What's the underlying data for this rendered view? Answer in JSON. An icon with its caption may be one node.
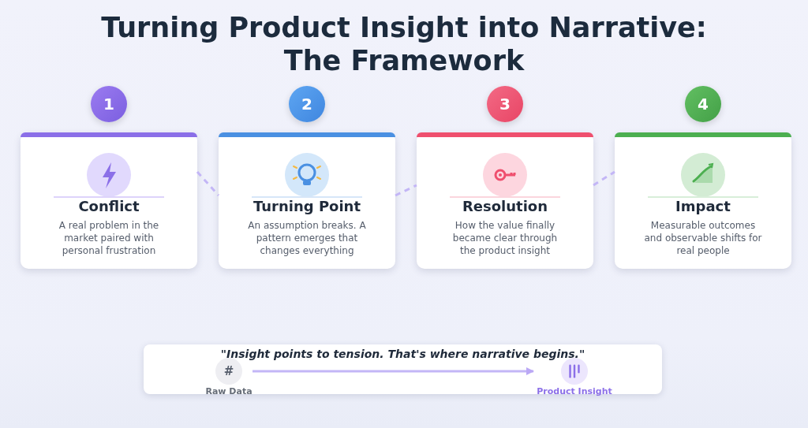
{
  "diagram": {
    "title": "Turning Product Insight into Narrative: The Framework",
    "nodes": [
      {
        "text": [
          "1"
        ]
      },
      {
        "text": [
          "Conflict",
          "A real problem in the market paired with personal frustration"
        ]
      },
      {
        "text": [
          "2"
        ]
      },
      {
        "text": [
          "Turning Point",
          "An assumption breaks. A pattern emerges that changes everything"
        ]
      },
      {
        "text": [
          "3"
        ]
      },
      {
        "text": [
          "Resolution",
          "How the value finally became clear through the product insight"
        ]
      },
      {
        "text": [
          "4"
        ]
      },
      {
        "text": [
          "Impact",
          "Measurable outcomes and observable shifts for real people"
        ]
      },
      {
        "text": [
          "\"Insight points to tension. That's where narrative begins.\""
        ]
      },
      {
        "text": [
          "#",
          "Raw Data"
        ],
        "in": 8
      },
      {
        "text": [
          "Product Insight"
        ],
        "in": 8
      }
    ],
    "edges": [
      {
        "from": 1,
        "to": 3,
        "arrow": "none",
        "style": "dashed"
      },
      {
        "from": 3,
        "to": 5,
        "arrow": "none",
        "style": "dashed"
      },
      {
        "from": 5,
        "to": 7,
        "arrow": "none",
        "style": "dashed"
      },
      {
        "from": 9,
        "to": 10,
        "arrow": "to"
      }
    ]
  }
}
